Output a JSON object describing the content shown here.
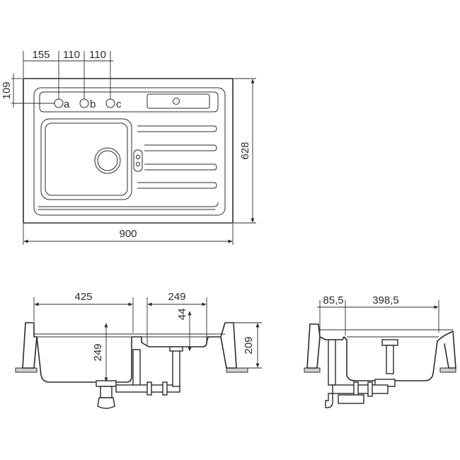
{
  "top_view": {
    "dims": {
      "d155": "155",
      "d110a": "110",
      "d110b": "110",
      "d109": "109",
      "d628": "628",
      "d900": "900"
    },
    "holes": {
      "a": "a",
      "b": "b",
      "c": "c"
    }
  },
  "front_view": {
    "dims": {
      "d425": "425",
      "d249w": "249",
      "d44": "44",
      "d249h": "249",
      "d209": "209"
    }
  },
  "side_view": {
    "dims": {
      "d85": "85,5",
      "d398": "398,5"
    }
  }
}
